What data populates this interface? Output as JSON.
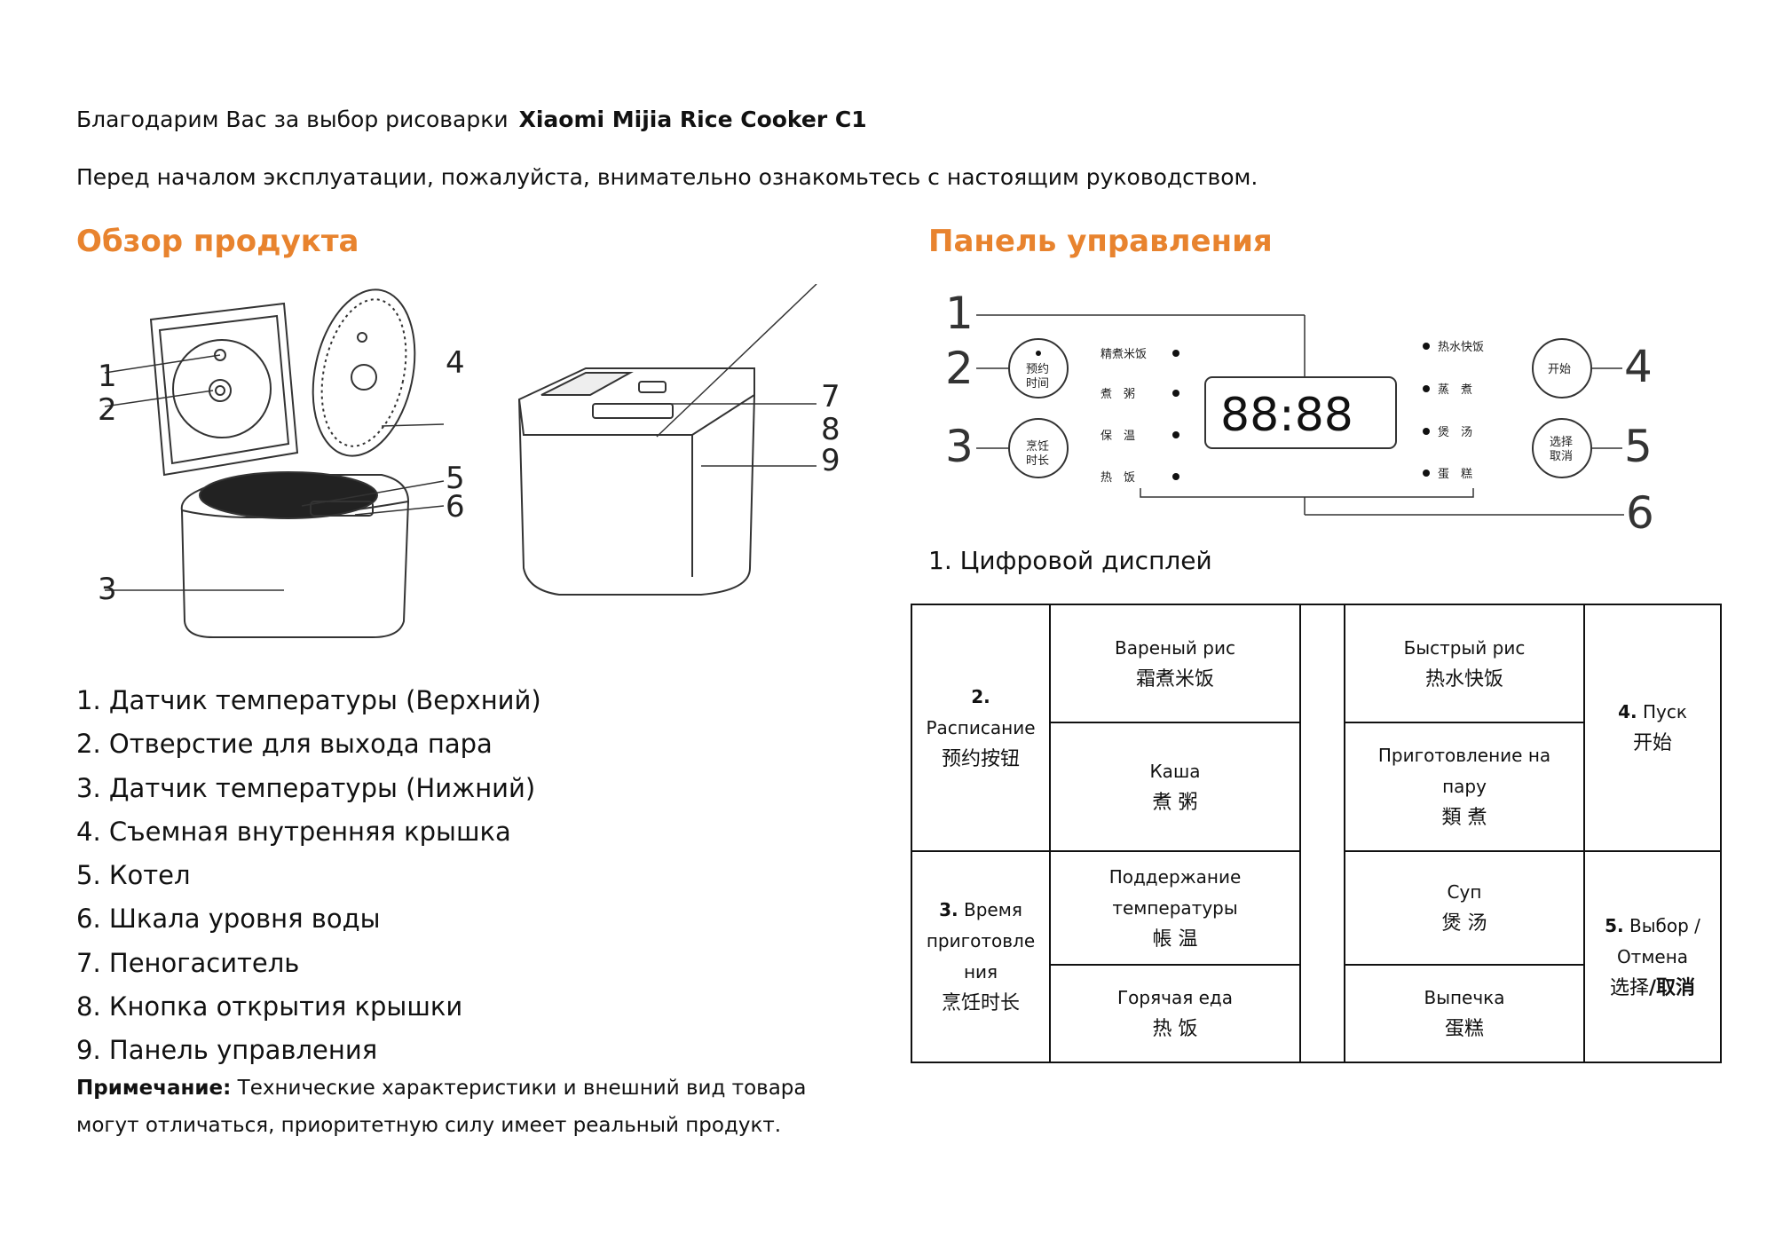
{
  "intro": {
    "thanks": "Благодарим Вас за выбор рисоварки",
    "model": "Xiaomi Mijia Rice Cooker C1",
    "instruction": "Перед началом эксплуатации, пожалуйста, внимательно ознакомьтесь с настоящим руководством."
  },
  "overview": {
    "heading": "Обзор продукта",
    "callouts": [
      "1",
      "2",
      "3",
      "4",
      "5",
      "6",
      "7",
      "8",
      "9"
    ],
    "parts": [
      "1. Датчик температуры (Верхний)",
      "2. Отверстие для выхода пара",
      "3. Датчик температуры (Нижний)",
      "4. Съемная внутренняя крышка",
      "5. Котел",
      "6. Шкала уровня воды",
      "7. Пеногаситель",
      "8. Кнопка открытия крышки",
      "9. Панель управления"
    ],
    "note_label": "Примечание:",
    "note_text": "Технические характеристики и внешний вид товара могут отличаться, приоритетную силу имеет реальный продукт."
  },
  "panel": {
    "heading": "Панель управления",
    "callouts": [
      "1",
      "2",
      "3",
      "4",
      "5",
      "6"
    ],
    "display_value": "88:88",
    "buttons": {
      "schedule": [
        "预约",
        "时间"
      ],
      "cook_time": [
        "烹饪",
        "时长"
      ],
      "start": "开始",
      "select_cancel": [
        "选择",
        "取消"
      ]
    },
    "left_modes": [
      "精煮米饭",
      "煮　粥",
      "保　温",
      "热　饭"
    ],
    "right_modes": [
      "热水快饭",
      "蒸　煮",
      "煲　汤",
      "蛋　糕"
    ],
    "display_caption": "1. Цифровой дисплей"
  },
  "table": {
    "schedule": {
      "num": "2.",
      "ru": "Расписание",
      "cn": "预约按钮"
    },
    "cook_time": {
      "num": "3.",
      "ru_a": "Время",
      "ru_b": "приготовле",
      "ru_c": "ния",
      "cn": "烹饪时长"
    },
    "start": {
      "num": "4.",
      "ru": "Пуск",
      "cn": "开始"
    },
    "select": {
      "num": "5.",
      "ru_a": "Выбор /",
      "ru_b": "Отмена",
      "cn_a": "选择",
      "cn_b": "/取消"
    },
    "modes_left": [
      {
        "ru": "Вареный рис",
        "cn": "霜煮米饭"
      },
      {
        "ru": "Каша",
        "cn": "煮 粥"
      },
      {
        "ru_a": "Поддержание",
        "ru_b": "температуры",
        "cn": "帳 温"
      },
      {
        "ru": "Горячая еда",
        "cn": "热 饭"
      }
    ],
    "modes_right": [
      {
        "ru": "Быстрый рис",
        "cn": "热水快饭"
      },
      {
        "ru_a": "Приготовление на",
        "ru_b": "пару",
        "cn": "類 煮"
      },
      {
        "ru": "Суп",
        "cn": "煲 汤"
      },
      {
        "ru": "Выпечка",
        "cn": "蛋糕"
      }
    ]
  }
}
